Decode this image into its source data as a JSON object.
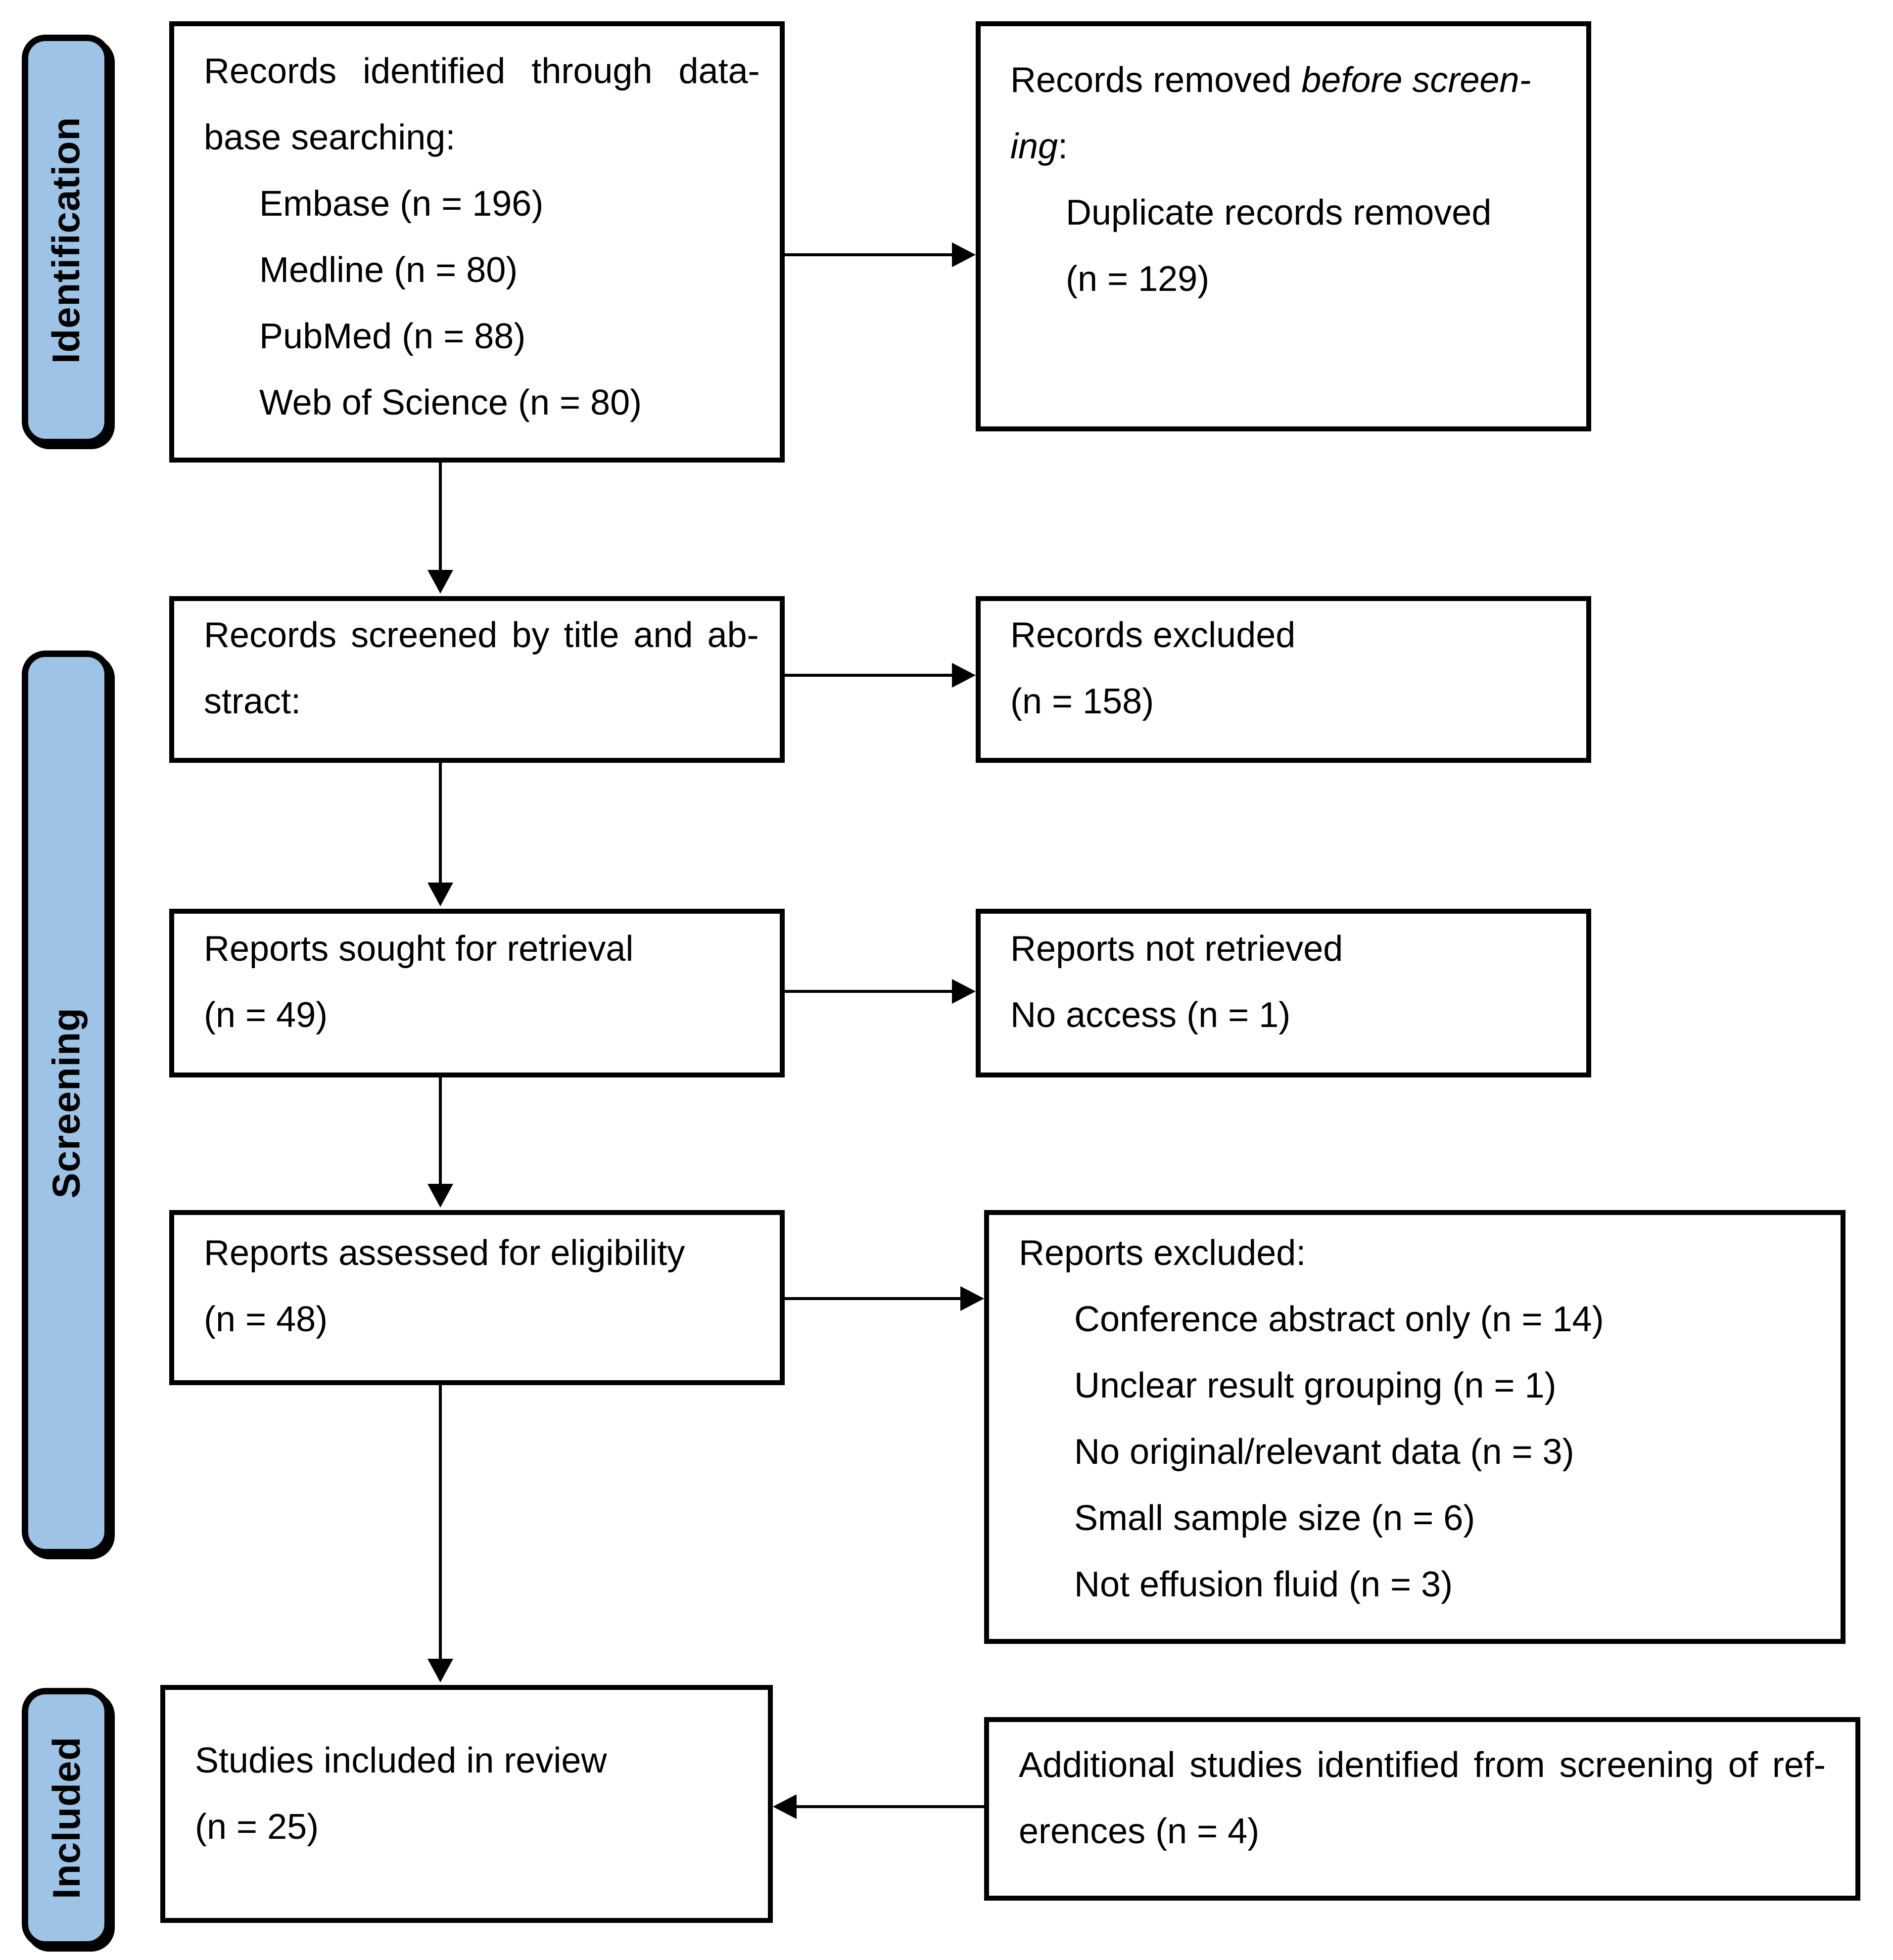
{
  "colors": {
    "label_fill": "#9DC3E6",
    "line": "#000000",
    "box_fill": "#ffffff"
  },
  "stage_labels": {
    "identification": "Identification",
    "screening": "Screening",
    "included": "Included"
  },
  "boxes": {
    "records_identified": {
      "lines": [
        {
          "parts": [
            {
              "t": "Records identified through data-"
            }
          ],
          "stretch": "lg"
        },
        {
          "parts": [
            {
              "t": "base searching:"
            }
          ]
        },
        {
          "parts": [
            {
              "t": "Embase (n = 196)"
            }
          ],
          "indent": true
        },
        {
          "parts": [
            {
              "t": "Medline (n = 80)"
            }
          ],
          "indent": true
        },
        {
          "parts": [
            {
              "t": "PubMed (n = 88)"
            }
          ],
          "indent": true
        },
        {
          "parts": [
            {
              "t": "Web of Science (n = 80)"
            }
          ],
          "indent": true
        }
      ]
    },
    "records_removed": {
      "lines": [
        {
          "parts": [
            {
              "t": "Records removed "
            },
            {
              "t": "before screen-",
              "i": true
            }
          ]
        },
        {
          "parts": [
            {
              "t": "ing",
              "i": true
            },
            {
              "t": ":"
            }
          ]
        },
        {
          "parts": [
            {
              "t": "Duplicate records removed"
            }
          ],
          "indent": true
        },
        {
          "parts": [
            {
              "t": "(n = 129)"
            }
          ],
          "indent": true
        }
      ]
    },
    "records_screened": {
      "lines": [
        {
          "parts": [
            {
              "t": "Records screened by title and ab-"
            }
          ],
          "stretch": "sm"
        },
        {
          "parts": [
            {
              "t": "stract:"
            }
          ]
        }
      ]
    },
    "records_excluded": {
      "lines": [
        {
          "parts": [
            {
              "t": "Records excluded"
            }
          ]
        },
        {
          "parts": [
            {
              "t": "(n = 158)"
            }
          ]
        }
      ]
    },
    "reports_sought": {
      "lines": [
        {
          "parts": [
            {
              "t": "Reports sought for retrieval"
            }
          ]
        },
        {
          "parts": [
            {
              "t": "(n = 49)"
            }
          ]
        }
      ]
    },
    "reports_not_retrieved": {
      "lines": [
        {
          "parts": [
            {
              "t": "Reports not retrieved"
            }
          ]
        },
        {
          "parts": [
            {
              "t": "No access (n = 1)"
            }
          ]
        }
      ]
    },
    "reports_assessed": {
      "lines": [
        {
          "parts": [
            {
              "t": "Reports assessed for eligibility"
            }
          ]
        },
        {
          "parts": [
            {
              "t": "(n = 48)"
            }
          ]
        }
      ]
    },
    "reports_excluded": {
      "lines": [
        {
          "parts": [
            {
              "t": "Reports excluded:"
            }
          ]
        },
        {
          "parts": [
            {
              "t": "Conference abstract only (n = 14)"
            }
          ],
          "indent": true
        },
        {
          "parts": [
            {
              "t": "Unclear result grouping (n = 1)"
            }
          ],
          "indent": true
        },
        {
          "parts": [
            {
              "t": "No original/relevant data (n = 3)"
            }
          ],
          "indent": true
        },
        {
          "parts": [
            {
              "t": "Small sample size (n = 6)"
            }
          ],
          "indent": true
        },
        {
          "parts": [
            {
              "t": "Not effusion fluid (n = 3)"
            }
          ],
          "indent": true
        }
      ]
    },
    "studies_included": {
      "lines": [
        {
          "parts": [
            {
              "t": "Studies included in review"
            }
          ]
        },
        {
          "parts": [
            {
              "t": "(n = 25)"
            }
          ]
        }
      ]
    },
    "additional_studies": {
      "lines": [
        {
          "parts": [
            {
              "t": "Additional studies identified from screening of ref-"
            }
          ],
          "stretch": "sm"
        },
        {
          "parts": [
            {
              "t": "erences (n = 4)"
            }
          ]
        }
      ]
    }
  }
}
